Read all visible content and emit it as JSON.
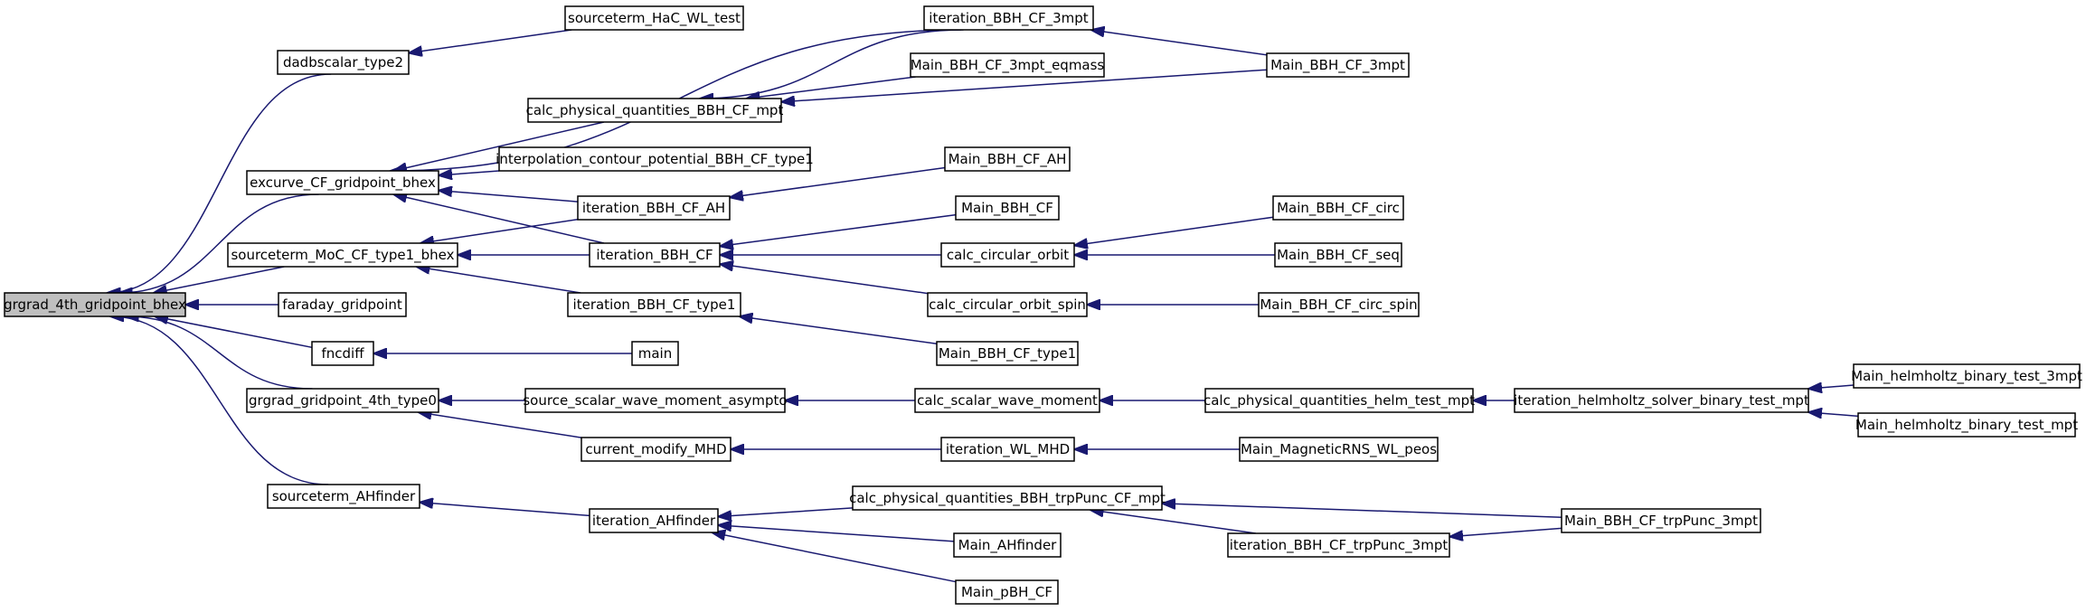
{
  "diagram": {
    "root": "grgrad_4th_gridpoint_bhex",
    "nodes": [
      {
        "id": "grgrad_4th_gridpoint_bhex",
        "label": "grgrad_4th_gridpoint_bhex",
        "root": true
      },
      {
        "id": "dadbscalar_type2",
        "label": "dadbscalar_type2"
      },
      {
        "id": "excurve_CF_gridpoint_bhex",
        "label": "excurve_CF_gridpoint_bhex"
      },
      {
        "id": "sourceterm_MoC_CF_type1_bhex",
        "label": "sourceterm_MoC_CF_type1_bhex"
      },
      {
        "id": "faraday_gridpoint",
        "label": "faraday_gridpoint"
      },
      {
        "id": "fncdiff",
        "label": "fncdiff"
      },
      {
        "id": "grgrad_gridpoint_4th_type0",
        "label": "grgrad_gridpoint_4th_type0"
      },
      {
        "id": "sourceterm_AHfinder",
        "label": "sourceterm_AHfinder"
      },
      {
        "id": "sourceterm_HaC_WL_test",
        "label": "sourceterm_HaC_WL_test"
      },
      {
        "id": "calc_physical_quantities_BBH_CF_mpt",
        "label": "calc_physical_quantities_BBH_CF_mpt"
      },
      {
        "id": "interpolation_contour_potential_BBH_CF_type1",
        "label": "interpolation_contour_potential_BBH_CF_type1"
      },
      {
        "id": "iteration_BBH_CF_AH",
        "label": "iteration_BBH_CF_AH"
      },
      {
        "id": "iteration_BBH_CF",
        "label": "iteration_BBH_CF"
      },
      {
        "id": "iteration_BBH_CF_type1",
        "label": "iteration_BBH_CF_type1"
      },
      {
        "id": "main",
        "label": "main"
      },
      {
        "id": "source_scalar_wave_moment_asympto",
        "label": "source_scalar_wave_moment_asympto"
      },
      {
        "id": "current_modify_MHD",
        "label": "current_modify_MHD"
      },
      {
        "id": "iteration_AHfinder",
        "label": "iteration_AHfinder"
      },
      {
        "id": "iteration_BBH_CF_3mpt",
        "label": "iteration_BBH_CF_3mpt"
      },
      {
        "id": "Main_BBH_CF_3mpt_eqmass",
        "label": "Main_BBH_CF_3mpt_eqmass"
      },
      {
        "id": "Main_BBH_CF_AH",
        "label": "Main_BBH_CF_AH"
      },
      {
        "id": "Main_BBH_CF",
        "label": "Main_BBH_CF"
      },
      {
        "id": "calc_circular_orbit",
        "label": "calc_circular_orbit"
      },
      {
        "id": "calc_circular_orbit_spin",
        "label": "calc_circular_orbit_spin"
      },
      {
        "id": "Main_BBH_CF_type1",
        "label": "Main_BBH_CF_type1"
      },
      {
        "id": "calc_scalar_wave_moment",
        "label": "calc_scalar_wave_moment"
      },
      {
        "id": "iteration_WL_MHD",
        "label": "iteration_WL_MHD"
      },
      {
        "id": "calc_physical_quantities_BBH_trpPunc_CF_mpt",
        "label": "calc_physical_quantities_BBH_trpPunc_CF_mpt"
      },
      {
        "id": "Main_AHfinder",
        "label": "Main_AHfinder"
      },
      {
        "id": "Main_pBH_CF",
        "label": "Main_pBH_CF"
      },
      {
        "id": "Main_BBH_CF_3mpt",
        "label": "Main_BBH_CF_3mpt"
      },
      {
        "id": "Main_BBH_CF_circ",
        "label": "Main_BBH_CF_circ"
      },
      {
        "id": "Main_BBH_CF_seq",
        "label": "Main_BBH_CF_seq"
      },
      {
        "id": "Main_BBH_CF_circ_spin",
        "label": "Main_BBH_CF_circ_spin"
      },
      {
        "id": "calc_physical_quantities_helm_test_mpt",
        "label": "calc_physical_quantities_helm_test_mpt"
      },
      {
        "id": "Main_MagneticRNS_WL_peos",
        "label": "Main_MagneticRNS_WL_peos"
      },
      {
        "id": "iteration_BBH_CF_trpPunc_3mpt",
        "label": "iteration_BBH_CF_trpPunc_3mpt"
      },
      {
        "id": "Main_BBH_CF_trpPunc_3mpt",
        "label": "Main_BBH_CF_trpPunc_3mpt"
      },
      {
        "id": "iteration_helmholtz_solver_binary_test_mpt",
        "label": "iteration_helmholtz_solver_binary_test_mpt"
      },
      {
        "id": "Main_helmholtz_binary_test_3mpt",
        "label": "Main_helmholtz_binary_test_3mpt"
      },
      {
        "id": "Main_helmholtz_binary_test_mpt",
        "label": "Main_helmholtz_binary_test_mpt"
      }
    ],
    "edges": [
      {
        "from": "dadbscalar_type2",
        "to": "grgrad_4th_gridpoint_bhex"
      },
      {
        "from": "excurve_CF_gridpoint_bhex",
        "to": "grgrad_4th_gridpoint_bhex"
      },
      {
        "from": "sourceterm_MoC_CF_type1_bhex",
        "to": "grgrad_4th_gridpoint_bhex"
      },
      {
        "from": "faraday_gridpoint",
        "to": "grgrad_4th_gridpoint_bhex"
      },
      {
        "from": "fncdiff",
        "to": "grgrad_4th_gridpoint_bhex"
      },
      {
        "from": "grgrad_gridpoint_4th_type0",
        "to": "grgrad_4th_gridpoint_bhex"
      },
      {
        "from": "sourceterm_AHfinder",
        "to": "grgrad_4th_gridpoint_bhex"
      },
      {
        "from": "sourceterm_HaC_WL_test",
        "to": "dadbscalar_type2"
      },
      {
        "from": "iteration_BBH_CF_3mpt",
        "to": "excurve_CF_gridpoint_bhex"
      },
      {
        "from": "calc_physical_quantities_BBH_CF_mpt",
        "to": "excurve_CF_gridpoint_bhex"
      },
      {
        "from": "interpolation_contour_potential_BBH_CF_type1",
        "to": "excurve_CF_gridpoint_bhex"
      },
      {
        "from": "iteration_BBH_CF_AH",
        "to": "excurve_CF_gridpoint_bhex"
      },
      {
        "from": "iteration_BBH_CF",
        "to": "excurve_CF_gridpoint_bhex"
      },
      {
        "from": "iteration_BBH_CF_AH",
        "to": "sourceterm_MoC_CF_type1_bhex"
      },
      {
        "from": "iteration_BBH_CF",
        "to": "sourceterm_MoC_CF_type1_bhex"
      },
      {
        "from": "iteration_BBH_CF_type1",
        "to": "sourceterm_MoC_CF_type1_bhex"
      },
      {
        "from": "main",
        "to": "fncdiff"
      },
      {
        "from": "source_scalar_wave_moment_asympto",
        "to": "grgrad_gridpoint_4th_type0"
      },
      {
        "from": "current_modify_MHD",
        "to": "grgrad_gridpoint_4th_type0"
      },
      {
        "from": "iteration_AHfinder",
        "to": "sourceterm_AHfinder"
      },
      {
        "from": "iteration_BBH_CF_3mpt",
        "to": "calc_physical_quantities_BBH_CF_mpt"
      },
      {
        "from": "Main_BBH_CF_3mpt_eqmass",
        "to": "calc_physical_quantities_BBH_CF_mpt"
      },
      {
        "from": "Main_BBH_CF_3mpt",
        "to": "calc_physical_quantities_BBH_CF_mpt"
      },
      {
        "from": "Main_BBH_CF_3mpt",
        "to": "iteration_BBH_CF_3mpt"
      },
      {
        "from": "Main_BBH_CF_AH",
        "to": "iteration_BBH_CF_AH"
      },
      {
        "from": "Main_BBH_CF",
        "to": "iteration_BBH_CF"
      },
      {
        "from": "calc_circular_orbit",
        "to": "iteration_BBH_CF"
      },
      {
        "from": "calc_circular_orbit_spin",
        "to": "iteration_BBH_CF"
      },
      {
        "from": "Main_BBH_CF_circ",
        "to": "calc_circular_orbit"
      },
      {
        "from": "Main_BBH_CF_seq",
        "to": "calc_circular_orbit"
      },
      {
        "from": "Main_BBH_CF_circ_spin",
        "to": "calc_circular_orbit_spin"
      },
      {
        "from": "Main_BBH_CF_type1",
        "to": "iteration_BBH_CF_type1"
      },
      {
        "from": "calc_scalar_wave_moment",
        "to": "source_scalar_wave_moment_asympto"
      },
      {
        "from": "calc_physical_quantities_helm_test_mpt",
        "to": "calc_scalar_wave_moment"
      },
      {
        "from": "iteration_helmholtz_solver_binary_test_mpt",
        "to": "calc_physical_quantities_helm_test_mpt"
      },
      {
        "from": "Main_helmholtz_binary_test_3mpt",
        "to": "iteration_helmholtz_solver_binary_test_mpt"
      },
      {
        "from": "Main_helmholtz_binary_test_mpt",
        "to": "iteration_helmholtz_solver_binary_test_mpt"
      },
      {
        "from": "iteration_WL_MHD",
        "to": "current_modify_MHD"
      },
      {
        "from": "Main_MagneticRNS_WL_peos",
        "to": "iteration_WL_MHD"
      },
      {
        "from": "calc_physical_quantities_BBH_trpPunc_CF_mpt",
        "to": "iteration_AHfinder"
      },
      {
        "from": "Main_AHfinder",
        "to": "iteration_AHfinder"
      },
      {
        "from": "Main_pBH_CF",
        "to": "iteration_AHfinder"
      },
      {
        "from": "Main_BBH_CF_trpPunc_3mpt",
        "to": "calc_physical_quantities_BBH_trpPunc_CF_mpt"
      },
      {
        "from": "iteration_BBH_CF_trpPunc_3mpt",
        "to": "calc_physical_quantities_BBH_trpPunc_CF_mpt"
      },
      {
        "from": "Main_BBH_CF_trpPunc_3mpt",
        "to": "iteration_BBH_CF_trpPunc_3mpt"
      }
    ],
    "colors": {
      "edge": "#191970",
      "node_fill": "#ffffff",
      "root_fill": "#bfbfbf",
      "node_stroke": "#000000"
    }
  }
}
